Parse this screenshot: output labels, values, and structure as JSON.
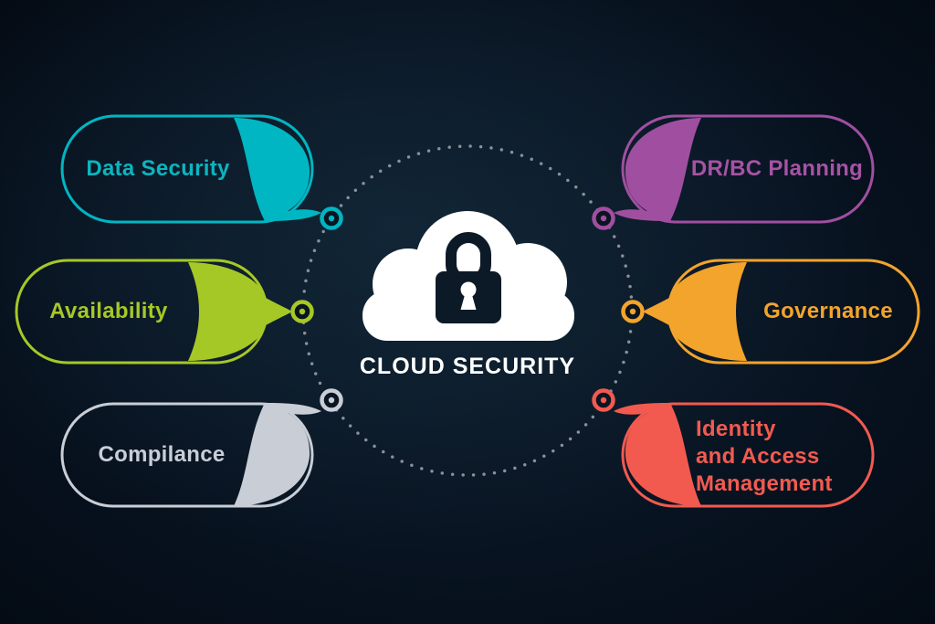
{
  "page": {
    "background_center": "#0c1b29",
    "background_edge": "#040b14"
  },
  "center": {
    "icon": "cloud-lock-icon",
    "label": "CLOUD SECURITY",
    "cloud_color": "#ffffff",
    "lock_color": "#0c1a28"
  },
  "decor": {
    "dotted_circle_color": "#8a9098",
    "ring_marker_icon": "ring-marker-icon"
  },
  "bubbles": [
    {
      "id": "data-security",
      "label": "Data Security",
      "color": "#00b6c2",
      "side": "left",
      "row": "top"
    },
    {
      "id": "availability",
      "label": "Availability",
      "color": "#a6c826",
      "side": "left",
      "row": "middle"
    },
    {
      "id": "compliance",
      "label": "Compilance",
      "color": "#c9ced6",
      "side": "left",
      "row": "bottom"
    },
    {
      "id": "drbc-planning",
      "label": "DR/BC Planning",
      "color": "#a04fa0",
      "side": "right",
      "row": "top"
    },
    {
      "id": "governance",
      "label": "Governance",
      "color": "#f2a42c",
      "side": "right",
      "row": "middle"
    },
    {
      "id": "identity-access-management",
      "label": "Identity\nand Access\nManagement",
      "color": "#f25a50",
      "side": "right",
      "row": "bottom"
    }
  ]
}
